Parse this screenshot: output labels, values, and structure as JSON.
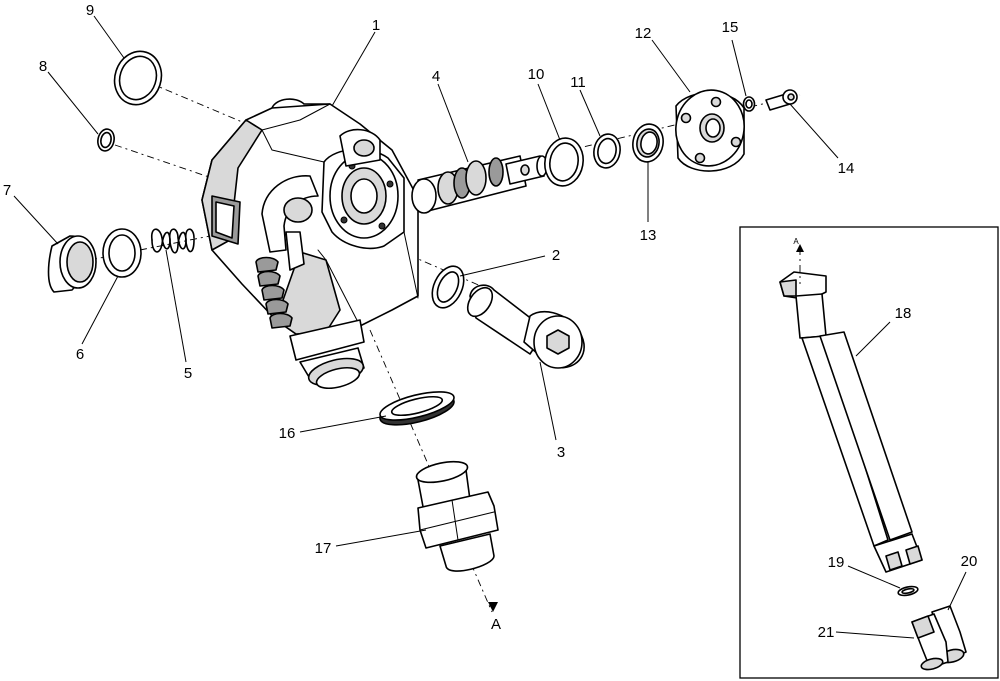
{
  "callouts": {
    "n1": "1",
    "n2": "2",
    "n3": "3",
    "n4": "4",
    "n5": "5",
    "n6": "6",
    "n7": "7",
    "n8": "8",
    "n9": "9",
    "n10": "10",
    "n11": "11",
    "n12": "12",
    "n13": "13",
    "n14": "14",
    "n15": "15",
    "n16": "16",
    "n17": "17",
    "n18": "18",
    "n19": "19",
    "n20": "20",
    "n21": "21"
  },
  "markers": {
    "a_main": "A",
    "a_inset": "A"
  }
}
